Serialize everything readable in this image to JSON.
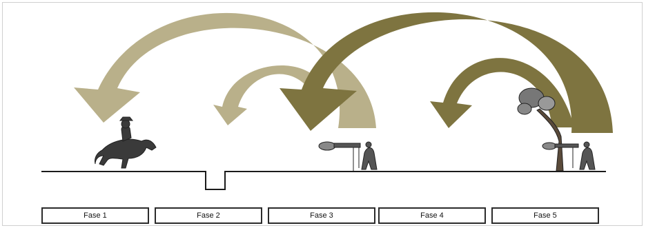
{
  "colors": {
    "arrow_light": "#b9b08a",
    "arrow_dark": "#7e7440",
    "line": "#1a1a1a",
    "box_border": "#2b2b2b"
  },
  "phases": [
    {
      "label": "Fase 1"
    },
    {
      "label": "Fase 2"
    },
    {
      "label": "Fase 3"
    },
    {
      "label": "Fase 4"
    },
    {
      "label": "Fase 5"
    }
  ],
  "figures": [
    {
      "icon": "horse-rider-icon"
    },
    {
      "icon": "cannon-gunner-icon"
    },
    {
      "icon": "tree-icon"
    },
    {
      "icon": "cannon-gunner-tree-icon"
    }
  ]
}
